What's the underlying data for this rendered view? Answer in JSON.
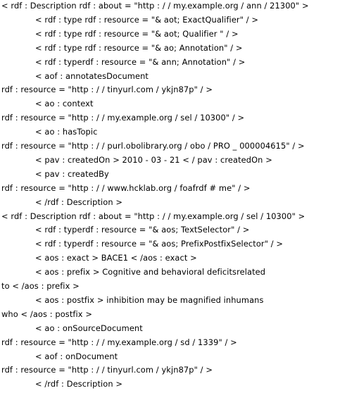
{
  "document": {
    "lines": [
      {
        "indent": 0,
        "text": "< rdf : Description rdf : about = \"http : / / my.example.org / ann / 21300\" >"
      },
      {
        "indent": 1,
        "text": "< rdf : type rdf : resource = \"& aot; ExactQualifier\" / >"
      },
      {
        "indent": 1,
        "text": "< rdf : type rdf : resource = \"& aot; Qualifier \" / >"
      },
      {
        "indent": 1,
        "text": "< rdf : type rdf : resource = \"& ao; Annotation\" / >"
      },
      {
        "indent": 1,
        "text": "< rdf : typerdf : resource = \"& ann; Annotation\" / >"
      },
      {
        "indent": 1,
        "text": "< aof : annotatesDocument"
      },
      {
        "indent": 0,
        "text": "rdf : resource = \"http : / / tinyurl.com / ykjn87p\" / >"
      },
      {
        "indent": 1,
        "text": "< ao : context"
      },
      {
        "indent": 0,
        "text": "rdf : resource = \"http : / / my.example.org / sel / 10300\" / >"
      },
      {
        "indent": 1,
        "text": "< ao : hasTopic"
      },
      {
        "indent": 0,
        "text": "rdf : resource = \"http : / / purl.obolibrary.org / obo / PRO _ 000004615\" / >"
      },
      {
        "indent": 1,
        "text": "< pav : createdOn > 2010 - 03 - 21 < / pav : createdOn >"
      },
      {
        "indent": 1,
        "text": "< pav : createdBy"
      },
      {
        "indent": 0,
        "text": "rdf : resource = \"http : / / www.hcklab.org / foafrdf # me\" / >"
      },
      {
        "indent": 1,
        "text": "< /rdf : Description >"
      },
      {
        "indent": 0,
        "text": "< rdf : Description rdf : about = \"http : / / my.example.org / sel / 10300\" >"
      },
      {
        "indent": 1,
        "text": "< rdf : typerdf : resource = \"& aos; TextSelector\" / >"
      },
      {
        "indent": 1,
        "text": "< rdf : typerdf : resource = \"& aos; PrefixPostfixSelector\" / >"
      },
      {
        "indent": 1,
        "text": "< aos : exact > BACE1 < /aos : exact >"
      },
      {
        "indent": 1,
        "text": "< aos : prefix > Cognitive and behavioral deficitsrelated"
      },
      {
        "indent": 0,
        "text": "to < /aos : prefix >"
      },
      {
        "indent": 1,
        "text": "< aos : postfix > inhibition may be magnified inhumans"
      },
      {
        "indent": 0,
        "text": "who < /aos : postfix >"
      },
      {
        "indent": 1,
        "text": "< ao : onSourceDocument"
      },
      {
        "indent": 0,
        "text": "rdf : resource = \"http : / / my.example.org / sd / 1339\" / >"
      },
      {
        "indent": 1,
        "text": "< aof : onDocument"
      },
      {
        "indent": 0,
        "text": "rdf : resource = \"http : / / tinyurl.com / ykjn87p\" / >"
      },
      {
        "indent": 1,
        "text": "< /rdf : Description >"
      }
    ]
  }
}
